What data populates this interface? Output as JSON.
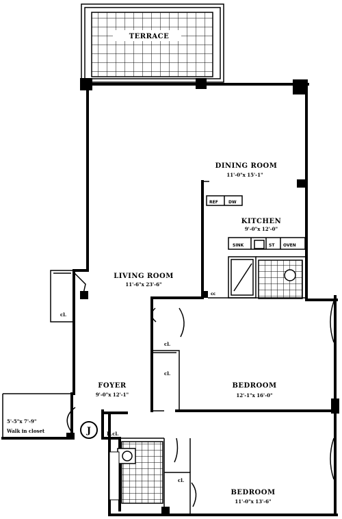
{
  "rooms": {
    "terrace": {
      "name": "TERRACE"
    },
    "dining": {
      "name": "DINING ROOM",
      "dims": "11'-0\"x 15'-1\""
    },
    "kitchen": {
      "name": "KITCHEN",
      "dims": "9'-0\"x 12'-0\""
    },
    "living": {
      "name": "LIVING ROOM",
      "dims": "11'-6\"x 23'-6\""
    },
    "foyer": {
      "name": "FOYER",
      "dims": "9'-0\"x 12'-1\""
    },
    "bedroom1": {
      "name": "BEDROOM",
      "dims": "12'-1\"x 16'-0\""
    },
    "bedroom2": {
      "name": "BEDROOM",
      "dims": "11'-0\"x 13'-6\""
    },
    "walkin": {
      "dims": "5'-5\"x 7'-9\"",
      "name": "Walk in closet"
    }
  },
  "labels": {
    "cl1": "cl.",
    "cl2": "cl.",
    "cl3": "cl.",
    "cl4": "cl.",
    "dcl": "D.cl.",
    "cc": "cc",
    "entry": "J"
  },
  "fixtures": {
    "k1": "REF",
    "k2": "DW",
    "k3": "SINK",
    "k4": "ST",
    "k5": "OVEN"
  }
}
